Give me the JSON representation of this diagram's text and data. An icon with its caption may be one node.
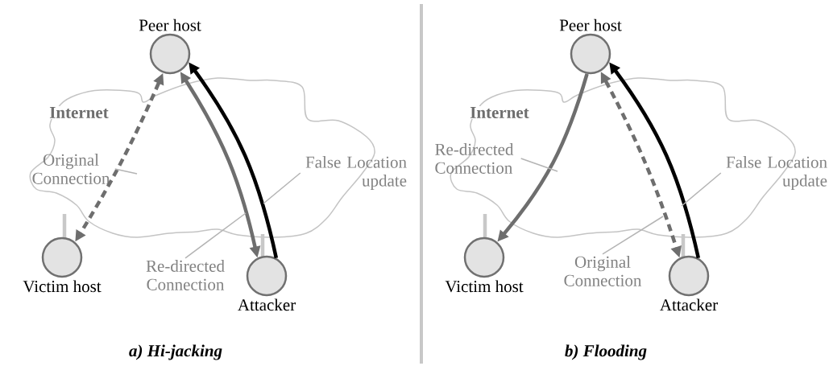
{
  "diagram": {
    "nodes": [
      {
        "text": [
          "Peer host"
        ]
      },
      {
        "text": [
          "Victim host"
        ]
      },
      {
        "text": [
          "Attacker"
        ]
      },
      {
        "text": [
          "Original Connection"
        ]
      },
      {
        "text": [
          "False Location update"
        ]
      },
      {
        "text": [
          "Re-directed Connection"
        ]
      },
      {
        "text": [
          "Peer host"
        ]
      },
      {
        "text": [
          "Victim host"
        ]
      },
      {
        "text": [
          "Attacker"
        ]
      },
      {
        "text": [
          "Re-directed Connection"
        ]
      },
      {
        "text": [
          "False Location update"
        ]
      },
      {
        "text": [
          "Original Connection"
        ]
      }
    ],
    "edges": [
      {
        "from": 0,
        "to": 1,
        "arrow": "both",
        "style": "dashed",
        "color": "#6e6e6e"
      },
      {
        "from": 0,
        "to": 2,
        "arrow": "both",
        "style": "thick",
        "color": "#6e6e6e"
      },
      {
        "from": 2,
        "to": 0,
        "arrow": "to",
        "style": "thick",
        "color": "#000000"
      },
      {
        "from": 3,
        "to": null,
        "arrow": "none",
        "color": "#b4b4b4"
      },
      {
        "from": 4,
        "to": null,
        "arrow": "none",
        "color": "#b4b4b4"
      },
      {
        "from": 5,
        "to": null,
        "arrow": "none",
        "color": "#b4b4b4"
      },
      {
        "from": 6,
        "to": 7,
        "arrow": "to",
        "style": "thick",
        "color": "#6e6e6e"
      },
      {
        "from": 6,
        "to": 8,
        "arrow": "both",
        "style": "dashed",
        "color": "#6e6e6e"
      },
      {
        "from": 8,
        "to": 6,
        "arrow": "to",
        "style": "thick",
        "color": "#000000"
      },
      {
        "from": 9,
        "to": null,
        "arrow": "none",
        "color": "#b4b4b4"
      },
      {
        "from": 10,
        "to": null,
        "arrow": "none",
        "color": "#b4b4b4"
      },
      {
        "from": 11,
        "to": null,
        "arrow": "none",
        "color": "#b4b4b4"
      }
    ],
    "labels": [
      "Internet",
      "Internet",
      "a) Hi-jacking",
      "b) Flooding"
    ]
  }
}
